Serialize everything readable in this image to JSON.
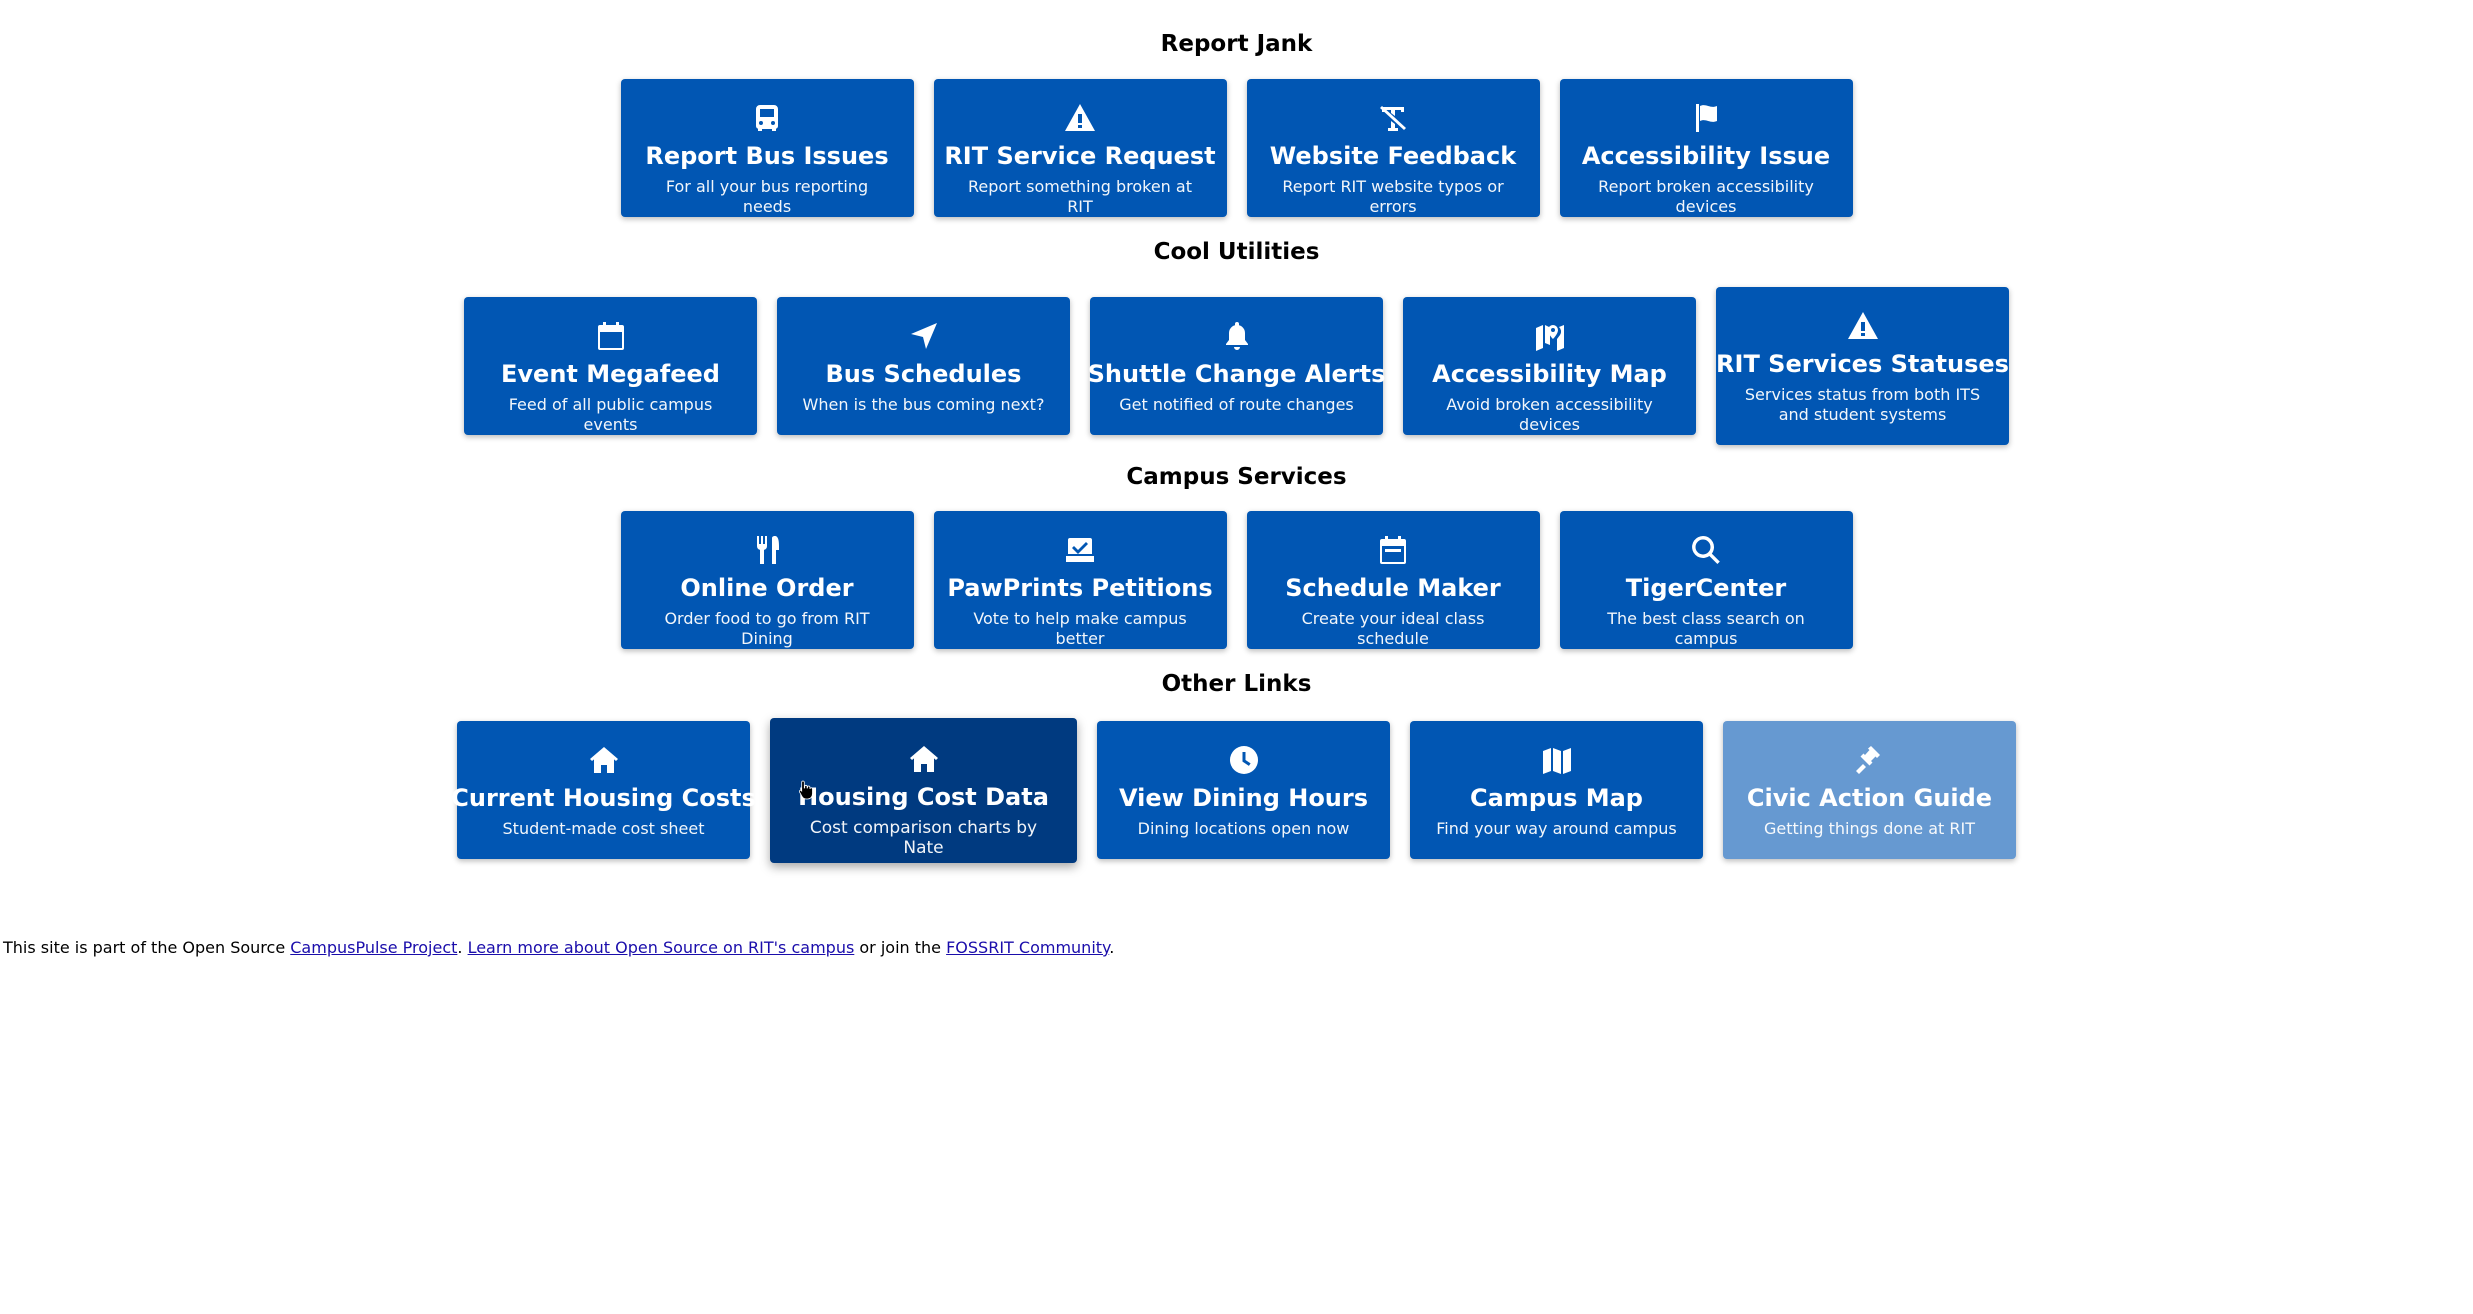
{
  "sections": [
    {
      "title": "Report Jank",
      "cards": [
        {
          "title": "Report Bus Issues",
          "subtitle": "For all your bus reporting needs",
          "icon": "bus-icon"
        },
        {
          "title": "RIT Service Request",
          "subtitle": "Report something broken at RIT",
          "icon": "warning-icon"
        },
        {
          "title": "Website Feedback",
          "subtitle": "Report RIT website typos or errors",
          "icon": "text-slash-icon"
        },
        {
          "title": "Accessibility Issue",
          "subtitle": "Report broken accessibility devices",
          "icon": "flag-icon"
        }
      ]
    },
    {
      "title": "Cool Utilities",
      "cards": [
        {
          "title": "Event Megafeed",
          "subtitle": "Feed of all public campus events",
          "icon": "calendar-icon"
        },
        {
          "title": "Bus Schedules",
          "subtitle": "When is the bus coming next?",
          "icon": "location-arrow-icon"
        },
        {
          "title": "Shuttle Change Alerts",
          "subtitle": "Get notified of route changes",
          "icon": "bell-icon"
        },
        {
          "title": "Accessibility Map",
          "subtitle": "Avoid broken accessibility devices",
          "icon": "map-location-icon"
        },
        {
          "title": "RIT Services Statuses",
          "subtitle": "Services status from both ITS and student systems",
          "icon": "warning-icon"
        }
      ]
    },
    {
      "title": "Campus Services",
      "cards": [
        {
          "title": "Online Order",
          "subtitle": "Order food to go from RIT Dining",
          "icon": "utensils-icon"
        },
        {
          "title": "PawPrints Petitions",
          "subtitle": "Vote to help make campus better",
          "icon": "vote-box-icon"
        },
        {
          "title": "Schedule Maker",
          "subtitle": "Create your ideal class schedule",
          "icon": "calendar-icon"
        },
        {
          "title": "TigerCenter",
          "subtitle": "The best class search on campus",
          "icon": "search-icon"
        }
      ]
    },
    {
      "title": "Other Links",
      "cards": [
        {
          "title": "Current Housing Costs",
          "subtitle": "Student-made cost sheet",
          "icon": "house-icon"
        },
        {
          "title": "Housing Cost Data",
          "subtitle": "Cost comparison charts by Nate",
          "icon": "house-icon"
        },
        {
          "title": "View Dining Hours",
          "subtitle": "Dining locations open now",
          "icon": "clock-icon"
        },
        {
          "title": "Campus Map",
          "subtitle": "Find your way around campus",
          "icon": "map-icon"
        },
        {
          "title": "Civic Action Guide",
          "subtitle": "Getting things done at RIT",
          "icon": "gavel-icon"
        }
      ]
    }
  ],
  "footer": {
    "prefix": "This site is part of the Open Source ",
    "link1": "CampusPulse Project",
    "mid1": ". ",
    "link2": "Learn more about Open Source on RIT's campus",
    "mid2": " or join the ",
    "link3": "FOSSRIT Community",
    "suffix": "."
  },
  "colors": {
    "card": "#0156b3",
    "card_hover": "#003a80",
    "card_faded": "#6699d1"
  }
}
